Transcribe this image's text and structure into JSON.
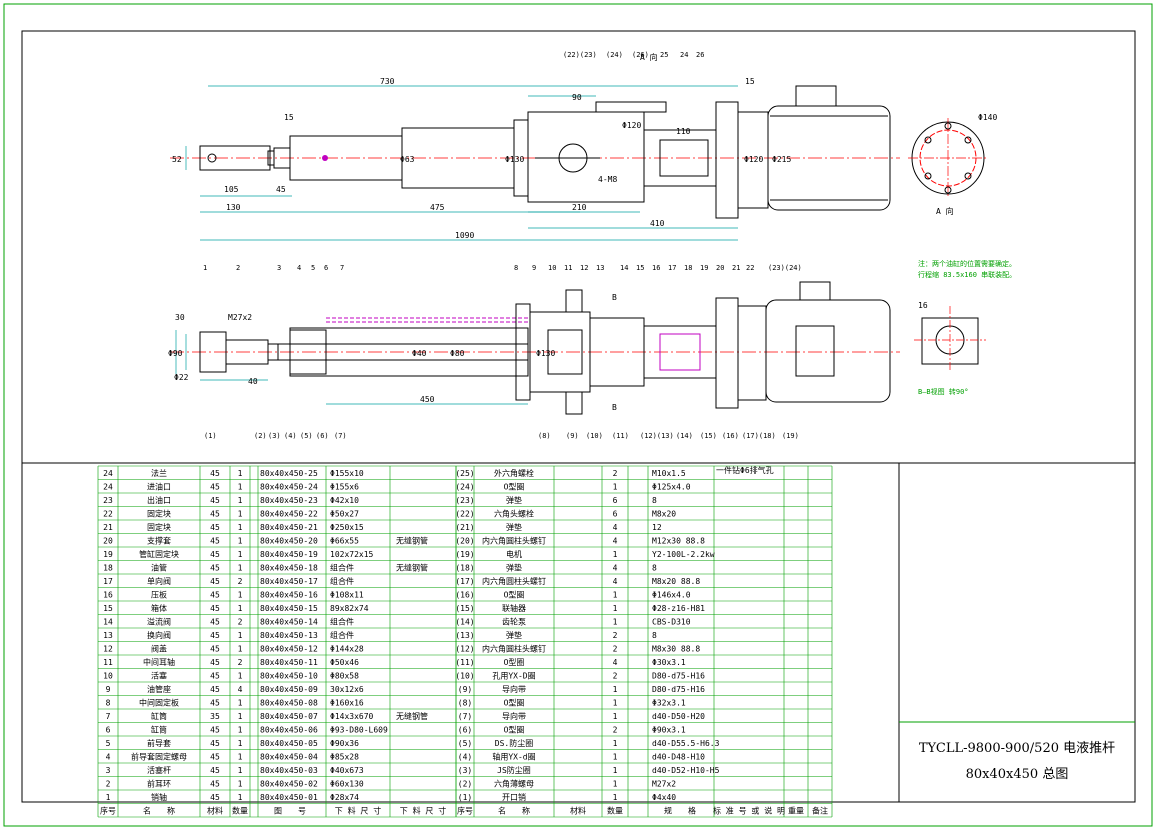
{
  "title": {
    "line1": "TYCLL-9800-900/520 电液推杆",
    "line2": "80x40x450 总图"
  },
  "notes": {
    "note1": "注：两个油缸的位置需要确定。",
    "note2": "行程缩 83.5x160 串联装配。",
    "view_a": "A 向",
    "view_b": "B—B视图 转90°",
    "a_arrow": "A 向",
    "vent": "一件钻Φ6排气孔",
    "dia_flange": "Φ140"
  },
  "dims_top": [
    "730",
    "90",
    "15",
    "15",
    "105",
    "45",
    "130",
    "475",
    "210",
    "410",
    "1090",
    "52",
    "Φ63",
    "Φ130",
    "Φ120",
    "Φ120",
    "Φ215",
    "110",
    "4-M8"
  ],
  "dims_bottom": [
    "450",
    "Φ40",
    "Φ80",
    "Φ90",
    "30",
    "M27x2",
    "Φ22",
    "40",
    "Φ130",
    "16",
    "B",
    "B"
  ],
  "balloons_top": [
    "1",
    "2",
    "3",
    "4",
    "5",
    "6",
    "7",
    "8",
    "9",
    "10",
    "11",
    "12",
    "13",
    "14",
    "15",
    "16",
    "17",
    "18",
    "19",
    "20",
    "21",
    "22",
    "(23)(24)"
  ],
  "balloons_bottom": [
    "(1)",
    "(2)",
    "(3)",
    "(4)",
    "(5)",
    "(6)",
    "(7)",
    "(8)",
    "(9)",
    "(10)",
    "(11)",
    "(12)(13)",
    "(14)",
    "(15)",
    "(16)",
    "(17)(18)",
    "(19)"
  ],
  "balloons_view_top": [
    "(22)(23)",
    "(24)",
    "(26)",
    "25",
    "24",
    "26"
  ],
  "bom_left": [
    [
      "24",
      "法兰",
      "45",
      "1",
      "80x40x450-25",
      "Φ155x10",
      ""
    ],
    [
      "24",
      "进油口",
      "45",
      "1",
      "80x40x450-24",
      "Φ155x6",
      ""
    ],
    [
      "23",
      "出油口",
      "45",
      "1",
      "80x40x450-23",
      "Φ42x10",
      ""
    ],
    [
      "22",
      "固定块",
      "45",
      "1",
      "80x40x450-22",
      "Φ50x27",
      ""
    ],
    [
      "21",
      "固定块",
      "45",
      "1",
      "80x40x450-21",
      "Φ250x15",
      ""
    ],
    [
      "20",
      "支撑套",
      "45",
      "1",
      "80x40x450-20",
      "Φ66x55",
      "无缝钢管"
    ],
    [
      "19",
      "管缸固定块",
      "45",
      "1",
      "80x40x450-19",
      "102x72x15",
      ""
    ],
    [
      "18",
      "油管",
      "45",
      "1",
      "80x40x450-18",
      "组合件",
      "无缝钢管"
    ],
    [
      "17",
      "单向阀",
      "45",
      "2",
      "80x40x450-17",
      "组合件",
      ""
    ],
    [
      "16",
      "压板",
      "45",
      "1",
      "80x40x450-16",
      "Φ108x11",
      ""
    ],
    [
      "15",
      "箱体",
      "45",
      "1",
      "80x40x450-15",
      "89x82x74",
      ""
    ],
    [
      "14",
      "溢流阀",
      "45",
      "2",
      "80x40x450-14",
      "组合件",
      ""
    ],
    [
      "13",
      "换向阀",
      "45",
      "1",
      "80x40x450-13",
      "组合件",
      ""
    ],
    [
      "12",
      "阀盖",
      "45",
      "1",
      "80x40x450-12",
      "Φ144x28",
      ""
    ],
    [
      "11",
      "中间耳轴",
      "45",
      "2",
      "80x40x450-11",
      "Φ50x46",
      ""
    ],
    [
      "10",
      "活塞",
      "45",
      "1",
      "80x40x450-10",
      "Φ80x58",
      ""
    ],
    [
      "9",
      "油管座",
      "45",
      "4",
      "80x40x450-09",
      "30x12x6",
      ""
    ],
    [
      "8",
      "中间固定板",
      "45",
      "1",
      "80x40x450-08",
      "Φ160x16",
      ""
    ],
    [
      "7",
      "缸筒",
      "35",
      "1",
      "80x40x450-07",
      "Φ14x3x670",
      "无缝钢管"
    ],
    [
      "6",
      "缸筒",
      "45",
      "1",
      "80x40x450-06",
      "Φ93-D80-L609",
      ""
    ],
    [
      "5",
      "前导套",
      "45",
      "1",
      "80x40x450-05",
      "Φ90x36",
      ""
    ],
    [
      "4",
      "前导套固定螺母",
      "45",
      "1",
      "80x40x450-04",
      "Φ85x28",
      ""
    ],
    [
      "3",
      "活塞杆",
      "45",
      "1",
      "80x40x450-03",
      "Φ40x673",
      ""
    ],
    [
      "2",
      "前耳环",
      "45",
      "1",
      "80x40x450-02",
      "Φ60x130",
      ""
    ],
    [
      "1",
      "销轴",
      "45",
      "1",
      "80x40x450-01",
      "Φ28x74",
      ""
    ]
  ],
  "bom_right": [
    [
      "(25)",
      "外六角螺栓",
      "2",
      "M10x1.5",
      ""
    ],
    [
      "(24)",
      "O型圈",
      "1",
      "Φ125x4.0",
      ""
    ],
    [
      "(23)",
      "弹垫",
      "6",
      "8",
      ""
    ],
    [
      "(22)",
      "六角头螺栓",
      "6",
      "M8x20",
      ""
    ],
    [
      "(21)",
      "弹垫",
      "4",
      "12",
      ""
    ],
    [
      "(20)",
      "内六角圆柱头螺钉",
      "4",
      "M12x30 88.8",
      ""
    ],
    [
      "(19)",
      "电机",
      "1",
      "Y2-100L-2.2kw",
      ""
    ],
    [
      "(18)",
      "弹垫",
      "4",
      "8",
      ""
    ],
    [
      "(17)",
      "内六角圆柱头螺钉",
      "4",
      "M8x20 88.8",
      ""
    ],
    [
      "(16)",
      "O型圈",
      "1",
      "Φ146x4.0",
      ""
    ],
    [
      "(15)",
      "联轴器",
      "1",
      "Φ28-z16-H81",
      ""
    ],
    [
      "(14)",
      "齿轮泵",
      "1",
      "CBS-D310",
      ""
    ],
    [
      "(13)",
      "弹垫",
      "2",
      "8",
      ""
    ],
    [
      "(12)",
      "内六角圆柱头螺钉",
      "2",
      "M8x30 88.8",
      ""
    ],
    [
      "(11)",
      "O型圈",
      "4",
      "Φ30x3.1",
      ""
    ],
    [
      "(10)",
      "孔用YX-D圈",
      "2",
      "D80-d75-H16",
      ""
    ],
    [
      "(9)",
      "导向带",
      "1",
      "D80-d75-H16",
      ""
    ],
    [
      "(8)",
      "O型圈",
      "1",
      "Φ32x3.1",
      ""
    ],
    [
      "(7)",
      "导向带",
      "1",
      "d40-D50-H20",
      ""
    ],
    [
      "(6)",
      "O型圈",
      "2",
      "Φ90x3.1",
      ""
    ],
    [
      "(5)",
      "DS.防尘圈",
      "1",
      "d40-D55.5-H6.3",
      ""
    ],
    [
      "(4)",
      "轴用YX-d圈",
      "1",
      "d40-D48-H10",
      ""
    ],
    [
      "(3)",
      "JS防尘圈",
      "1",
      "d40-D52-H10-H5",
      ""
    ],
    [
      "(2)",
      "六角薄螺母",
      "1",
      "M27x2",
      ""
    ],
    [
      "(1)",
      "开口销",
      "1",
      "Φ4x40",
      ""
    ]
  ],
  "bom_header_left": [
    "序号",
    "名　　称",
    "材料",
    "数量",
    "图　　号",
    "下 料 尺 寸",
    "下 料 尺 寸"
  ],
  "bom_header_right": [
    "序号",
    "名　　称",
    "材料",
    "数量",
    "规　　格",
    "标 准 号 或 说 明",
    "重量",
    "备注"
  ],
  "colors": {
    "border": "#00a000",
    "line": "#000000",
    "dim": "#00a0a0",
    "center": "#ff0000",
    "hidden": "#c000c0",
    "accent": "#d000d0"
  }
}
